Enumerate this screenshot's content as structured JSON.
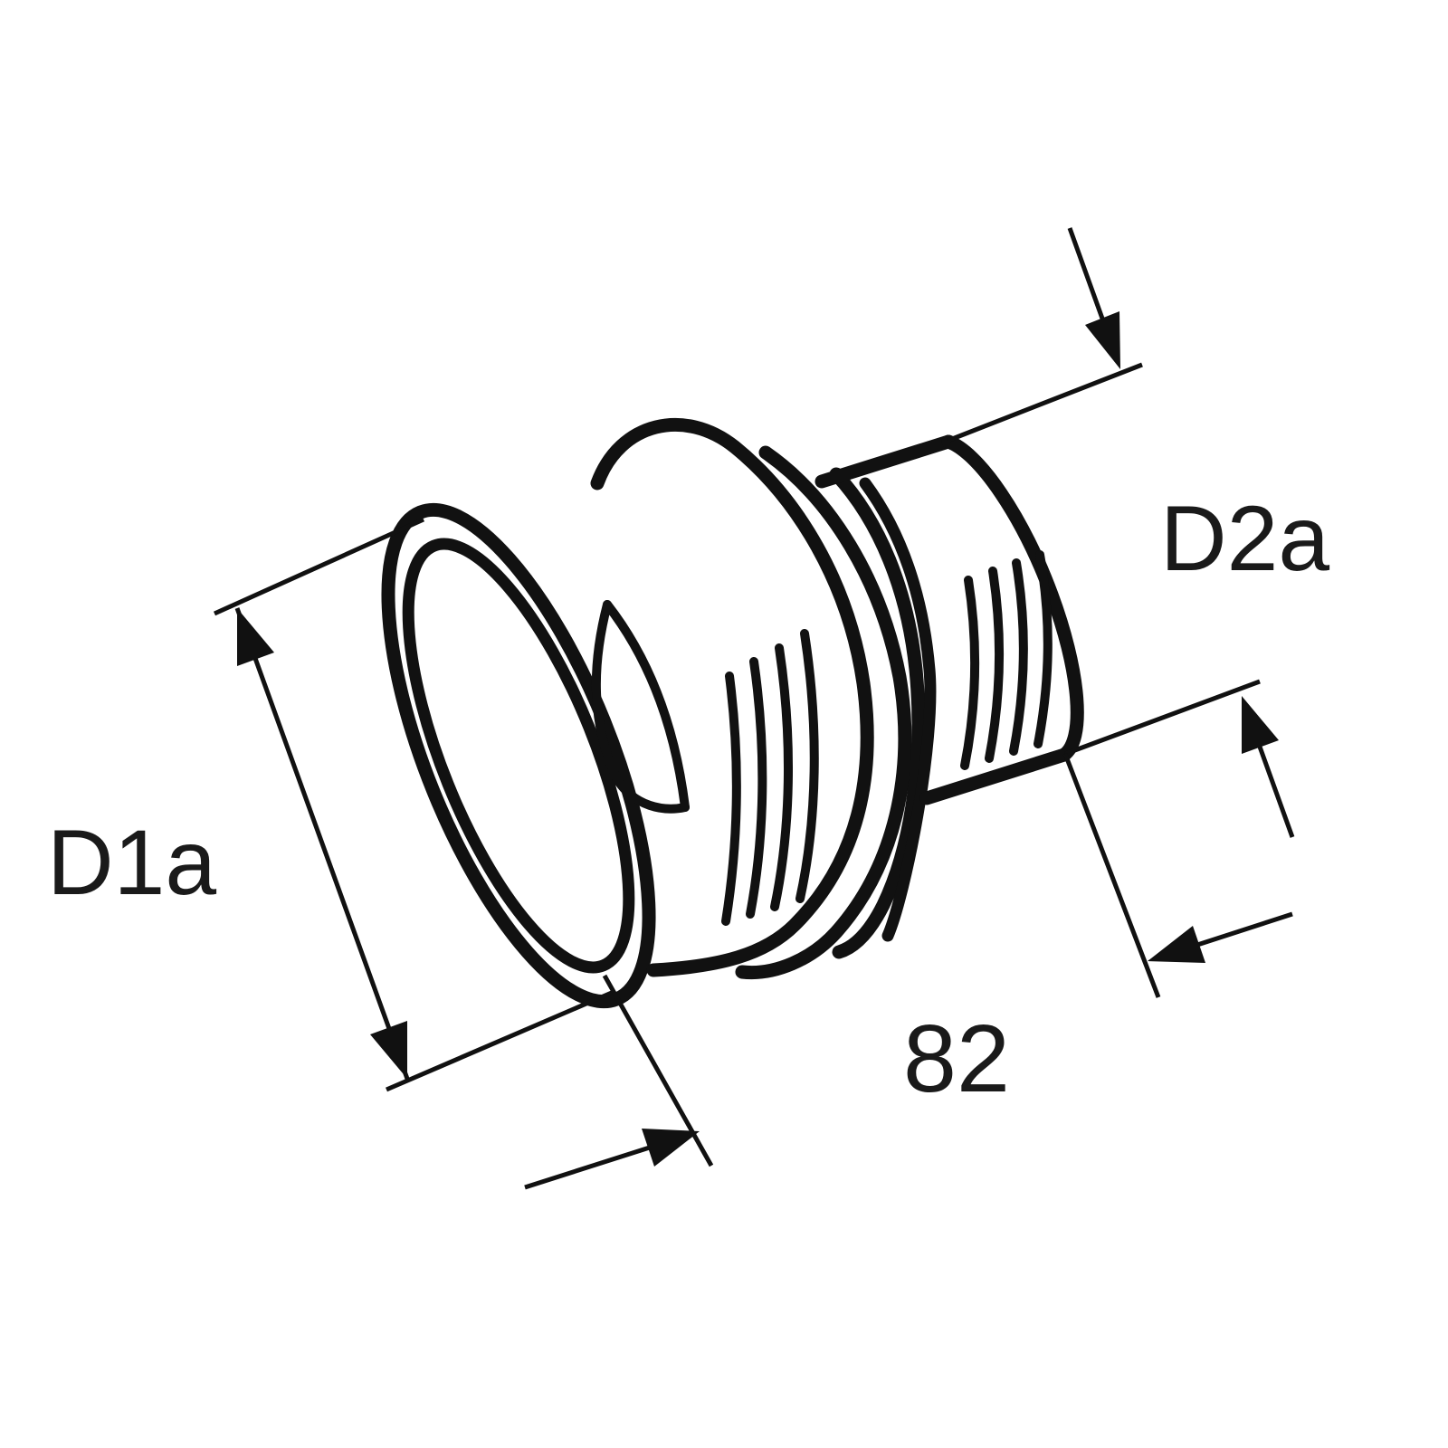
{
  "page": {
    "background": "#ffffff"
  },
  "drawing": {
    "type": "technical-line-drawing",
    "subject": "duct reducer adapter with large hose end and small ribbed hose end",
    "line_color": "#111111",
    "labels": {
      "large_diameter": "D1a",
      "small_diameter": "D2a",
      "length": "82"
    }
  }
}
